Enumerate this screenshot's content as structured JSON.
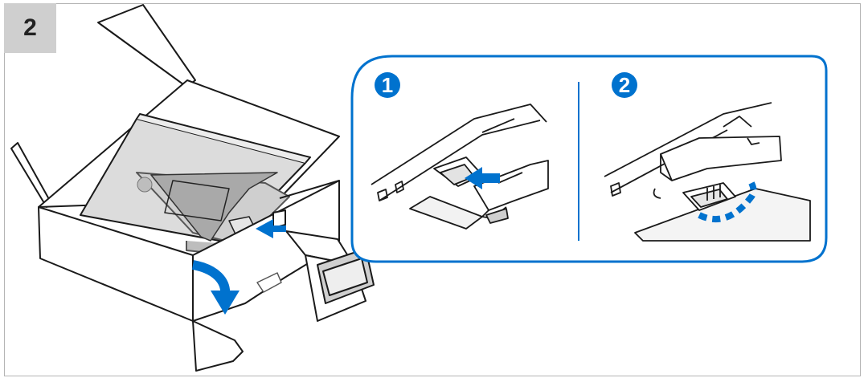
{
  "step": {
    "number": "2"
  },
  "callout": {
    "substeps": [
      {
        "number": "1"
      },
      {
        "number": "2"
      }
    ]
  },
  "colors": {
    "accent": "#0072ce",
    "line": "#1a1a1a",
    "panel_gray": "#dcdcdc",
    "frame_gray": "#b4b4b4",
    "badge_gray": "#cfcfcf"
  },
  "icons": [
    "push-arrow-icon",
    "fold-down-arrow-icon"
  ]
}
